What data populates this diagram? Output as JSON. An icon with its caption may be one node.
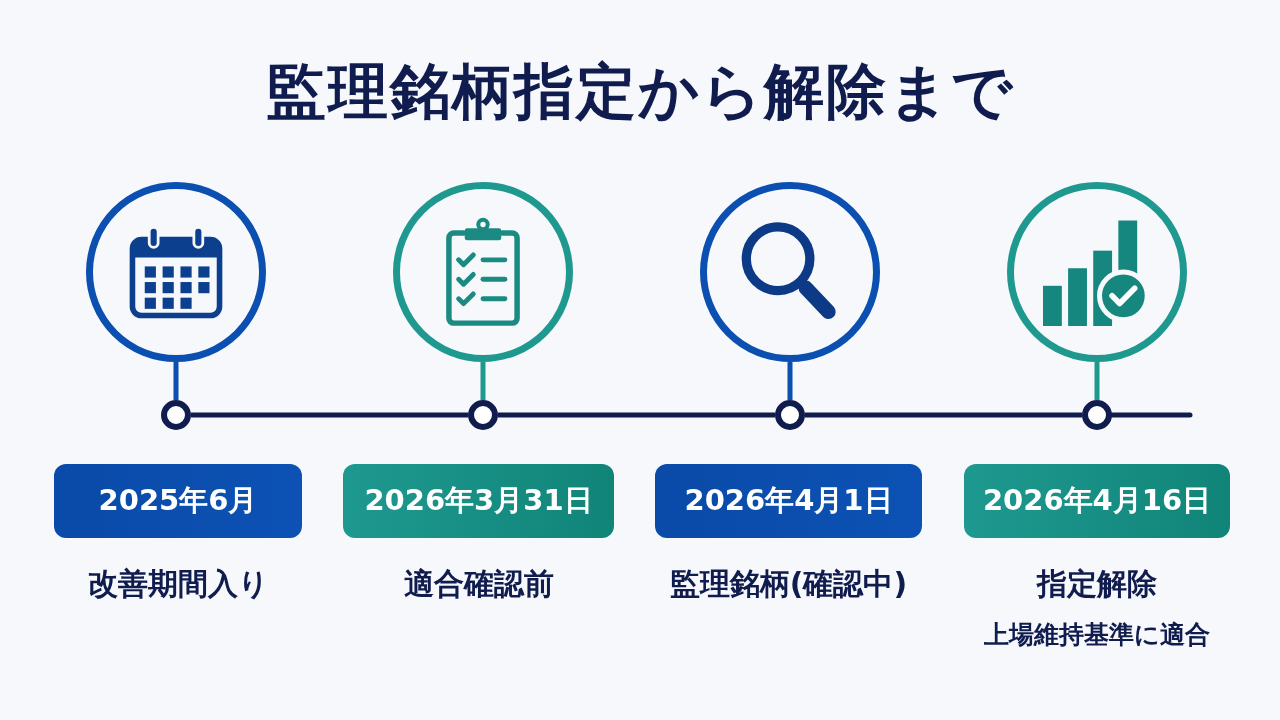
{
  "diagram": {
    "title": "監理銘柄指定から解除まで",
    "nodes": [
      {
        "text": [],
        "shape": "circle"
      },
      {
        "text": [],
        "shape": "circle"
      },
      {
        "text": [],
        "shape": "circle"
      },
      {
        "text": [],
        "shape": "circle"
      },
      {
        "text": [],
        "shape": "circle"
      },
      {
        "text": [],
        "shape": "circle"
      },
      {
        "text": [],
        "shape": "circle"
      },
      {
        "text": [],
        "shape": "circle"
      },
      {
        "text": [
          "2025年6月"
        ],
        "beside": [
          "改善期間入り"
        ]
      },
      {
        "text": [
          "2026年3月31日"
        ],
        "beside": [
          "適合確認前"
        ]
      },
      {
        "text": [
          "2026年4月1日"
        ],
        "beside": [
          "監理銘柄(確認中)"
        ]
      },
      {
        "text": [
          "2026年4月16日"
        ],
        "beside": [
          "指定解除",
          "上場維持基準に適合"
        ]
      }
    ],
    "edges": [
      {
        "from": 0,
        "to": 4,
        "arrow": "none",
        "color": "#0b4fb0"
      },
      {
        "from": 1,
        "to": 5,
        "arrow": "none",
        "color": "#1f9990"
      },
      {
        "from": 2,
        "to": 6,
        "arrow": "none",
        "color": "#0b4fb0"
      },
      {
        "from": 3,
        "to": 7,
        "arrow": "none",
        "color": "#1f9990"
      },
      {
        "from": 4,
        "to": 5,
        "arrow": "none"
      },
      {
        "from": 5,
        "to": 6,
        "arrow": "none"
      },
      {
        "from": 6,
        "to": 7,
        "arrow": "none"
      },
      {
        "from": 7,
        "to": null,
        "arrow": "none"
      }
    ]
  }
}
